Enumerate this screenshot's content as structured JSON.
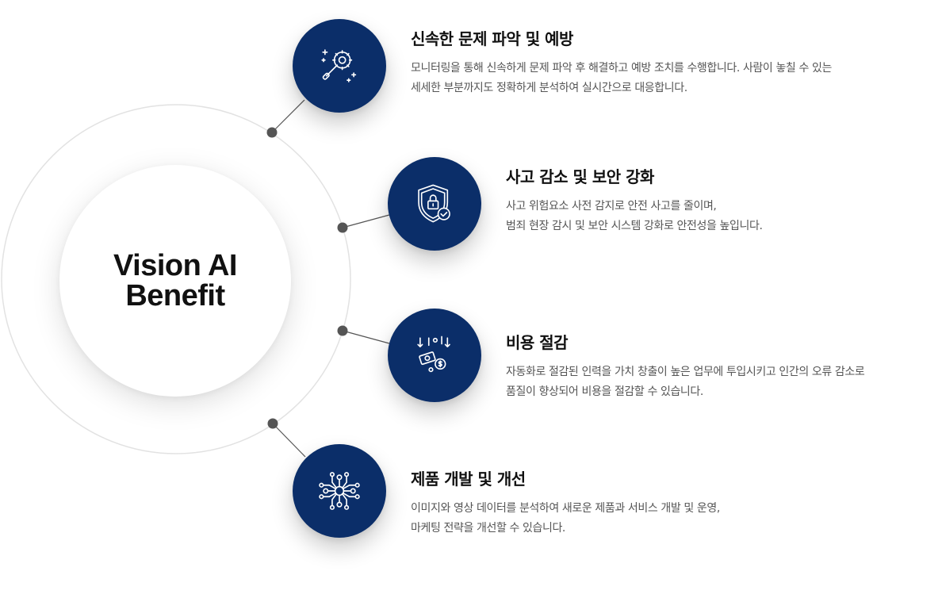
{
  "center": {
    "line1": "Vision AI",
    "line2": "Benefit"
  },
  "items": [
    {
      "title": "신속한 문제 파악 및 예방",
      "desc": [
        "모니터링을 통해 신속하게 문제 파악 후 해결하고 예방 조치를 수행합니다. 사람이 놓칠 수 있는",
        "세세한 부분까지도 정확하게 분석하여 실시간으로 대응합니다."
      ],
      "icon": "magnifier-gear-icon"
    },
    {
      "title": "사고 감소 및 보안 강화",
      "desc": [
        "사고 위험요소 사전 감지로 안전 사고를 줄이며,",
        "범죄 현장 감시 및 보안 시스템 강화로 안전성을 높입니다."
      ],
      "icon": "shield-lock-icon"
    },
    {
      "title": "비용 절감",
      "desc": [
        "자동화로 절감된 인력을 가치 창출이 높은 업무에 투입시키고 인간의 오류 감소로",
        "품질이 향상되어 비용을 절감할 수 있습니다."
      ],
      "icon": "money-reduction-icon"
    },
    {
      "title": "제품 개발 및 개선",
      "desc": [
        "이미지와 영상 데이터를 분석하여 새로운 제품과 서비스 개발 및 운영,",
        "마케팅 전략을 개선할 수 있습니다."
      ],
      "icon": "network-nodes-icon"
    }
  ],
  "colors": {
    "node_fill": "#0b2e69",
    "connector_dot": "#555555",
    "ring": "#e2e2e2",
    "title_text": "#111111",
    "desc_text": "#555555"
  }
}
